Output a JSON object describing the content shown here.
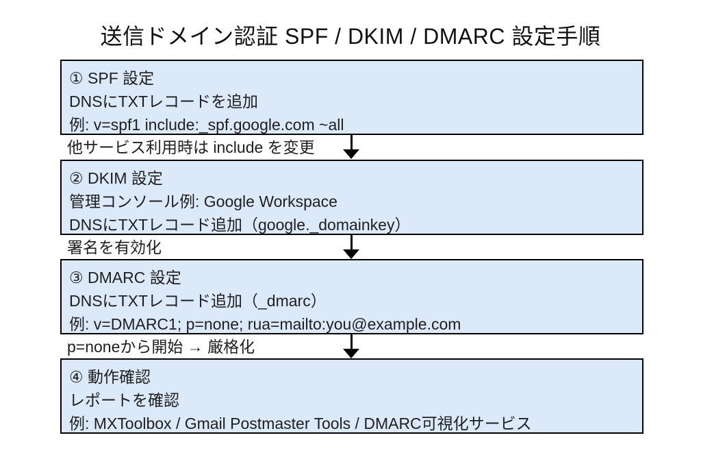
{
  "title": "送信ドメイン認証 SPF / DKIM / DMARC 設定手順",
  "steps": [
    {
      "id": "spf",
      "lines": [
        "① SPF 設定",
        "DNSにTXTレコードを追加",
        "例: v=spf1 include:_spf.google.com ~all"
      ]
    },
    {
      "id": "dkim",
      "lines": [
        "② DKIM 設定",
        "管理コンソール例: Google Workspace",
        "DNSにTXTレコード追加（google._domainkey）"
      ]
    },
    {
      "id": "dmarc",
      "lines": [
        "③ DMARC 設定",
        "DNSにTXTレコード追加（_dmarc）",
        "例: v=DMARC1; p=none; rua=mailto:you@example.com"
      ]
    },
    {
      "id": "verify",
      "lines": [
        "④ 動作確認",
        "レポートを確認",
        "例: MXToolbox / Gmail Postmaster Tools / DMARC可視化サービス"
      ]
    }
  ],
  "connectors": [
    {
      "label": "他サービス利用時は include を変更"
    },
    {
      "label": "署名を有効化"
    },
    {
      "label": "p=noneから開始 → 厳格化"
    }
  ],
  "colors": {
    "box_fill": "#dbe9f8",
    "box_border": "#000000",
    "text": "#1f1f1f",
    "background": "#ffffff",
    "arrow": "#000000"
  }
}
